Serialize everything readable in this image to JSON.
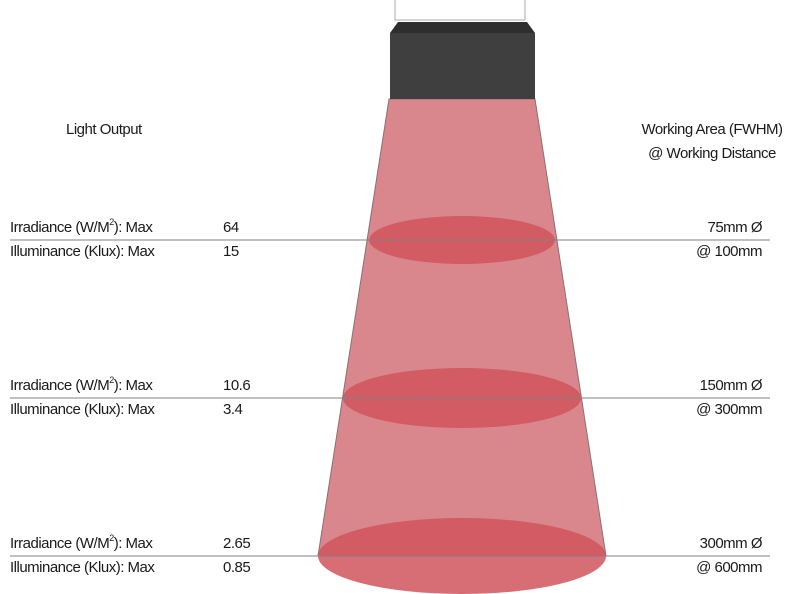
{
  "headers": {
    "left": "Light Output",
    "right_line1": "Working Area (FWHM)",
    "right_line2": "@ Working Distance"
  },
  "rows": [
    {
      "irradiance_prefix": "Irradiance (W/M",
      "irradiance_sup": "2",
      "irradiance_suffix": "): Max",
      "irradiance_value": "64",
      "illuminance_label": "Illuminance (Klux): Max",
      "illuminance_value": "15",
      "diameter": "75mm Ø",
      "distance": "@ 100mm"
    },
    {
      "irradiance_prefix": "Irradiance (W/M",
      "irradiance_sup": "2",
      "irradiance_suffix": "): Max",
      "irradiance_value": "10.6",
      "illuminance_label": "Illuminance (Klux): Max",
      "illuminance_value": "3.4",
      "diameter": "150mm Ø",
      "distance": "@ 300mm"
    },
    {
      "irradiance_prefix": "Irradiance (W/M",
      "irradiance_sup": "2",
      "irradiance_suffix": "): Max",
      "irradiance_value": "2.65",
      "illuminance_label": "Illuminance (Klux): Max",
      "illuminance_value": "0.85",
      "diameter": "300mm Ø",
      "distance": "@ 600mm"
    }
  ],
  "colors": {
    "beam": "#d9868c",
    "spot": "#d0545d",
    "light_head": "#3f3f3f",
    "line": "#808080"
  }
}
